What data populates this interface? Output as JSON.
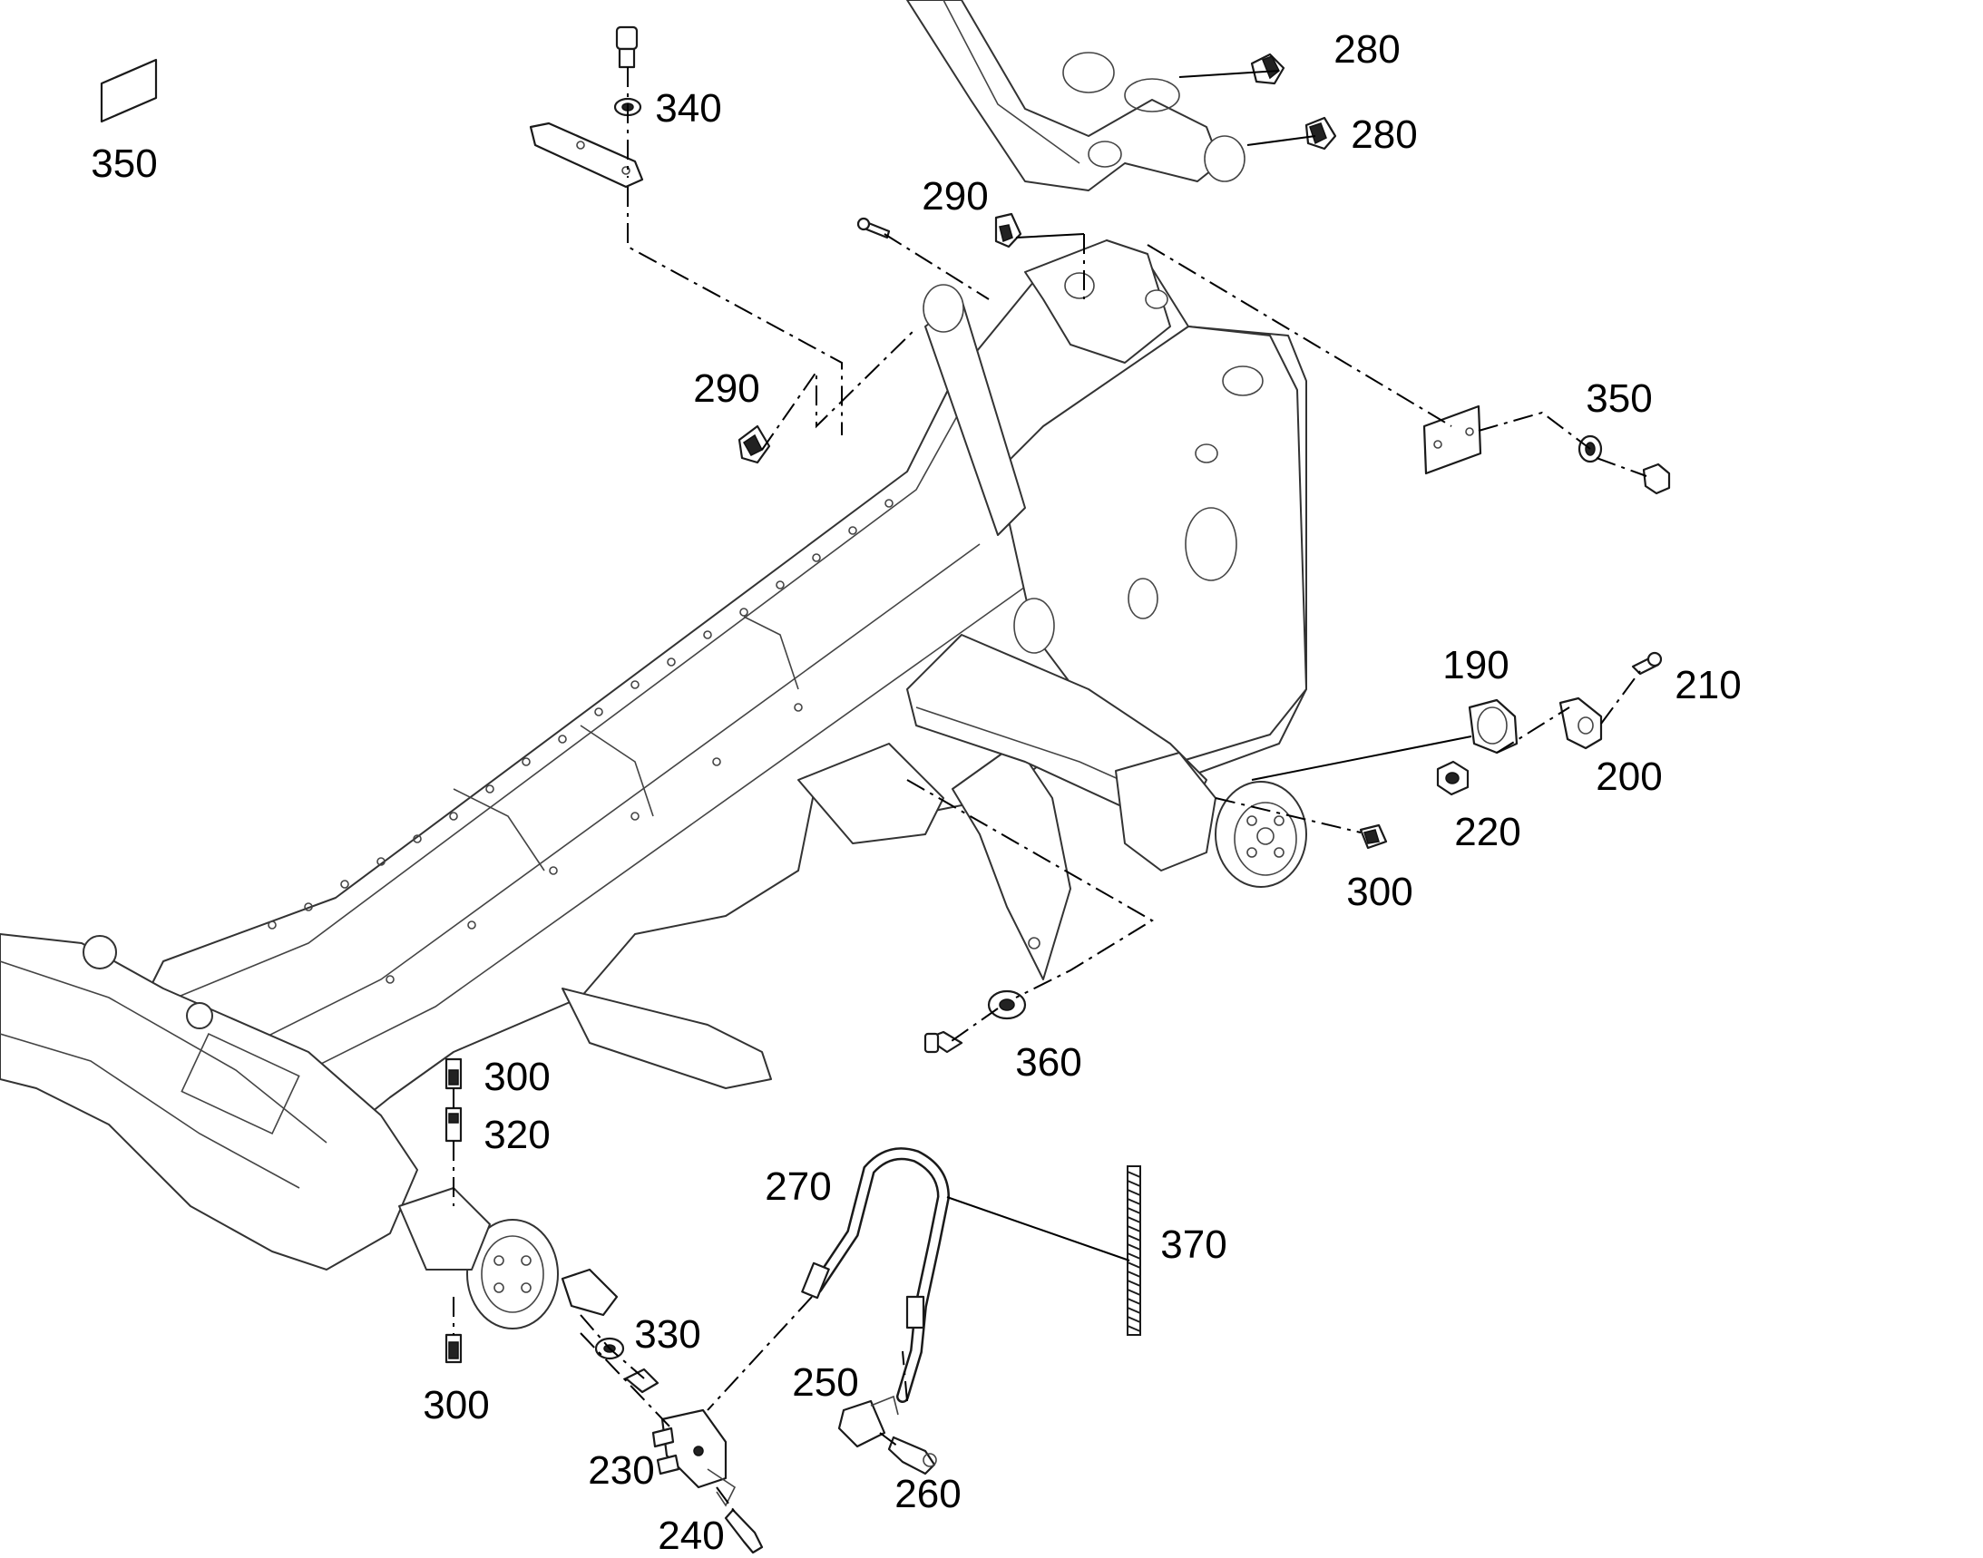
{
  "callouts": [
    {
      "id": "350a",
      "text": "350"
    },
    {
      "id": "340",
      "text": "340"
    },
    {
      "id": "280a",
      "text": "280"
    },
    {
      "id": "280b",
      "text": "280"
    },
    {
      "id": "290a",
      "text": "290"
    },
    {
      "id": "290b",
      "text": "290"
    },
    {
      "id": "350b",
      "text": "350"
    },
    {
      "id": "190",
      "text": "190"
    },
    {
      "id": "210",
      "text": "210"
    },
    {
      "id": "200",
      "text": "200"
    },
    {
      "id": "220",
      "text": "220"
    },
    {
      "id": "300a",
      "text": "300"
    },
    {
      "id": "360",
      "text": "360"
    },
    {
      "id": "300b",
      "text": "300"
    },
    {
      "id": "320",
      "text": "320"
    },
    {
      "id": "270",
      "text": "270"
    },
    {
      "id": "370",
      "text": "370"
    },
    {
      "id": "330",
      "text": "330"
    },
    {
      "id": "300c",
      "text": "300"
    },
    {
      "id": "250",
      "text": "250"
    },
    {
      "id": "230",
      "text": "230"
    },
    {
      "id": "260",
      "text": "260"
    },
    {
      "id": "240",
      "text": "240"
    }
  ]
}
